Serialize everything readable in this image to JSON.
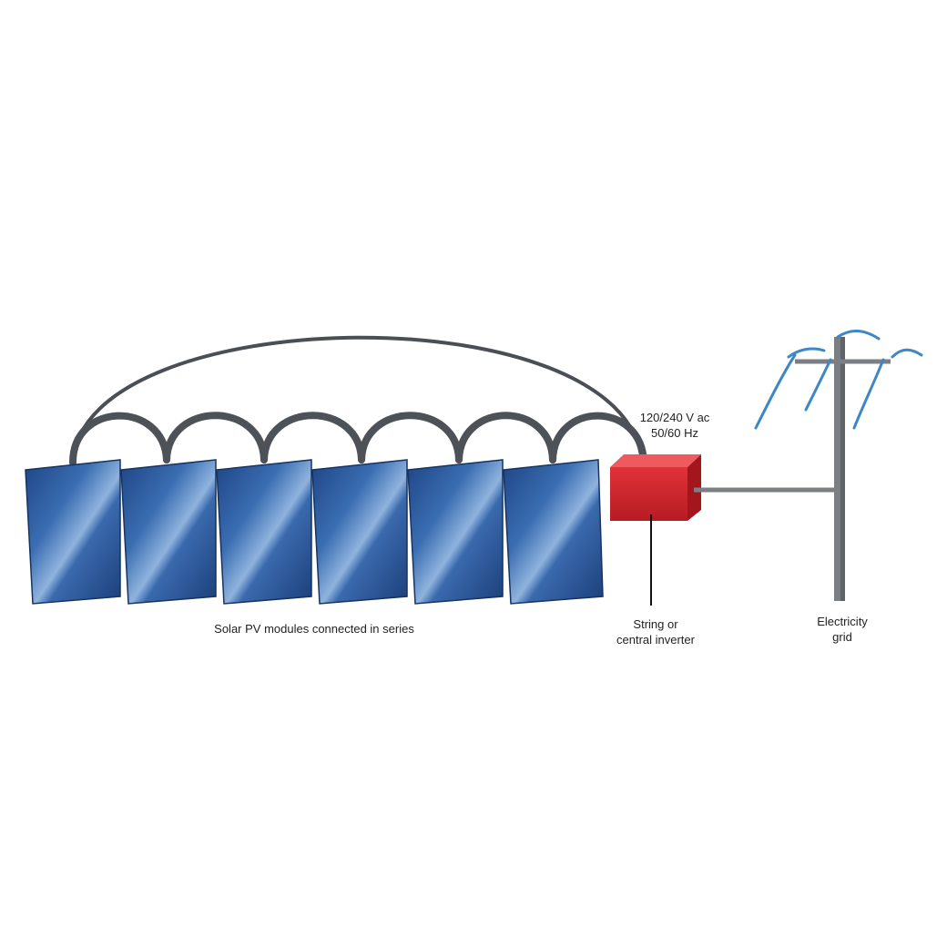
{
  "labels": {
    "series": "Solar PV modules connected in series",
    "ac_voltage": "120/240 V ac",
    "ac_frequency": "50/60 Hz",
    "inverter_line1": "String or",
    "inverter_line2": "central inverter",
    "grid_line1": "Electricity",
    "grid_line2": "grid"
  },
  "colors": {
    "panel": "#2f5ea3",
    "panel_dark": "#1d3f78",
    "cable": "#4a4f55",
    "inverter": "#d8262d",
    "pole": "#7b7f84",
    "grid_wire": "#3d87c4"
  },
  "components": {
    "module_count": 6
  }
}
